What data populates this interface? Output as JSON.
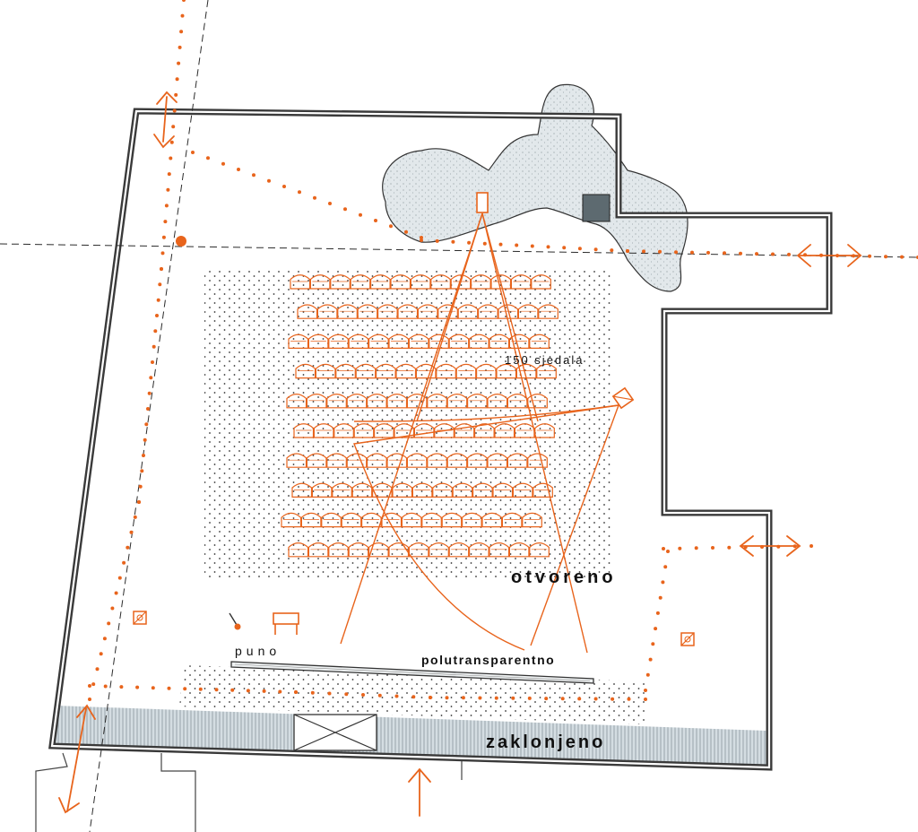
{
  "labels": {
    "seats": "150 sjedala",
    "open": "otvoreno",
    "solid": "puno",
    "semi_transparent": "polutransparentno",
    "sheltered": "zaklonjeno"
  },
  "colors": {
    "accent": "#e8641c",
    "wall": "#3a3a3a",
    "tree": "#dde3e6",
    "shelter": "#cfd6da"
  },
  "seating": {
    "row_count": 10,
    "seats_per_row": 13
  }
}
